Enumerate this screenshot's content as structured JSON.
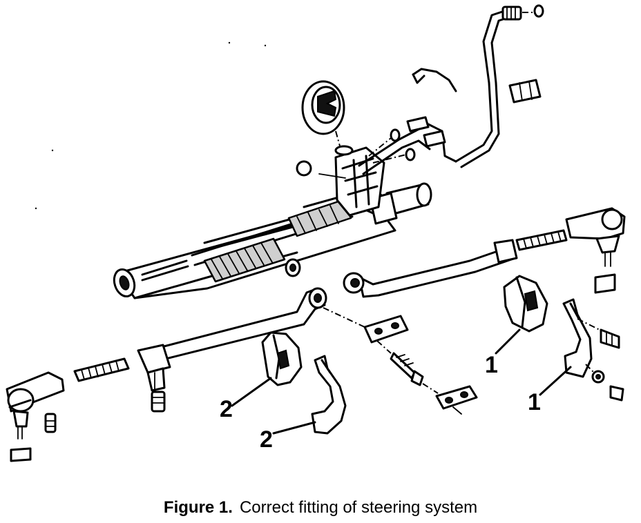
{
  "callouts": {
    "left_upper": "2",
    "left_lower": "2",
    "right_upper": "1",
    "right_lower": "1"
  },
  "caption": {
    "figure_label": "Figure 1.",
    "text": "Correct fitting of steering system"
  }
}
